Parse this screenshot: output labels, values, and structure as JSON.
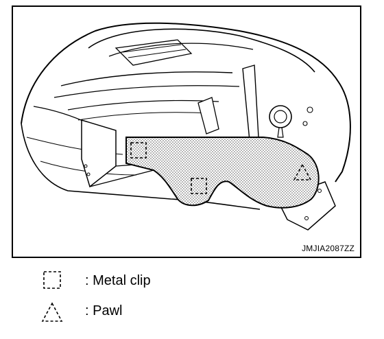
{
  "figure": {
    "code": "JMJIA2087ZZ",
    "line_color": "#000000",
    "hatch_color": "#555555"
  },
  "legend": [
    {
      "symbol": "dashed-square-icon",
      "label": ": Metal clip"
    },
    {
      "symbol": "dashed-triangle-icon",
      "label": ": Pawl"
    }
  ]
}
